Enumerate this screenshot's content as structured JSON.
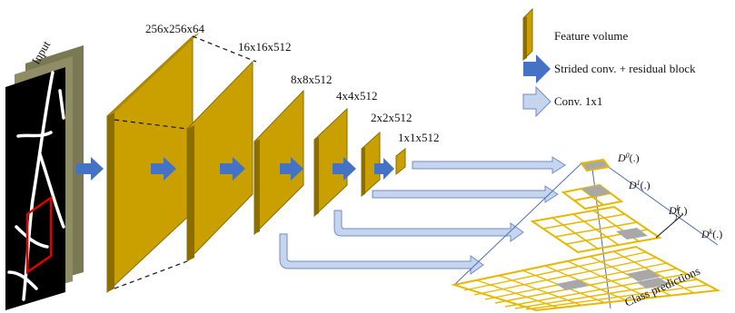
{
  "input_label": "Input",
  "volumes": [
    {
      "id": "v1",
      "label": "256x256x64"
    },
    {
      "id": "v2",
      "label": "16x16x512"
    },
    {
      "id": "v3",
      "label": "8x8x512"
    },
    {
      "id": "v4",
      "label": "4x4x512"
    },
    {
      "id": "v5",
      "label": "2x2x512"
    },
    {
      "id": "v6",
      "label": "1x1x512"
    }
  ],
  "legend": {
    "feature_volume": "Feature volume",
    "strided_conv": "Strided conv. + residual block",
    "conv_1x1": "Conv. 1x1"
  },
  "pyramid_labels": {
    "d0": "D",
    "d0_sup": "0",
    "d0_arg": "(.)",
    "d1": "D",
    "d1_sup": "1",
    "d1_arg": "(.)",
    "djk": "D",
    "djk_sup": "k",
    "djk_sub": "j",
    "djk_arg": "(.)",
    "dk": "D",
    "dk_sup": "k",
    "dk_arg": "(.)"
  },
  "class_predictions": "Class predictions",
  "colors": {
    "volume_fill": "#c9a000",
    "volume_dark": "#8a6e00",
    "arrow_dark": "#4472c4",
    "arrow_light": "#c6d4ee",
    "arrow_light_stroke": "#6f8fc7",
    "grid_line": "#e8b800",
    "cell_gray": "#a8a8a8"
  }
}
